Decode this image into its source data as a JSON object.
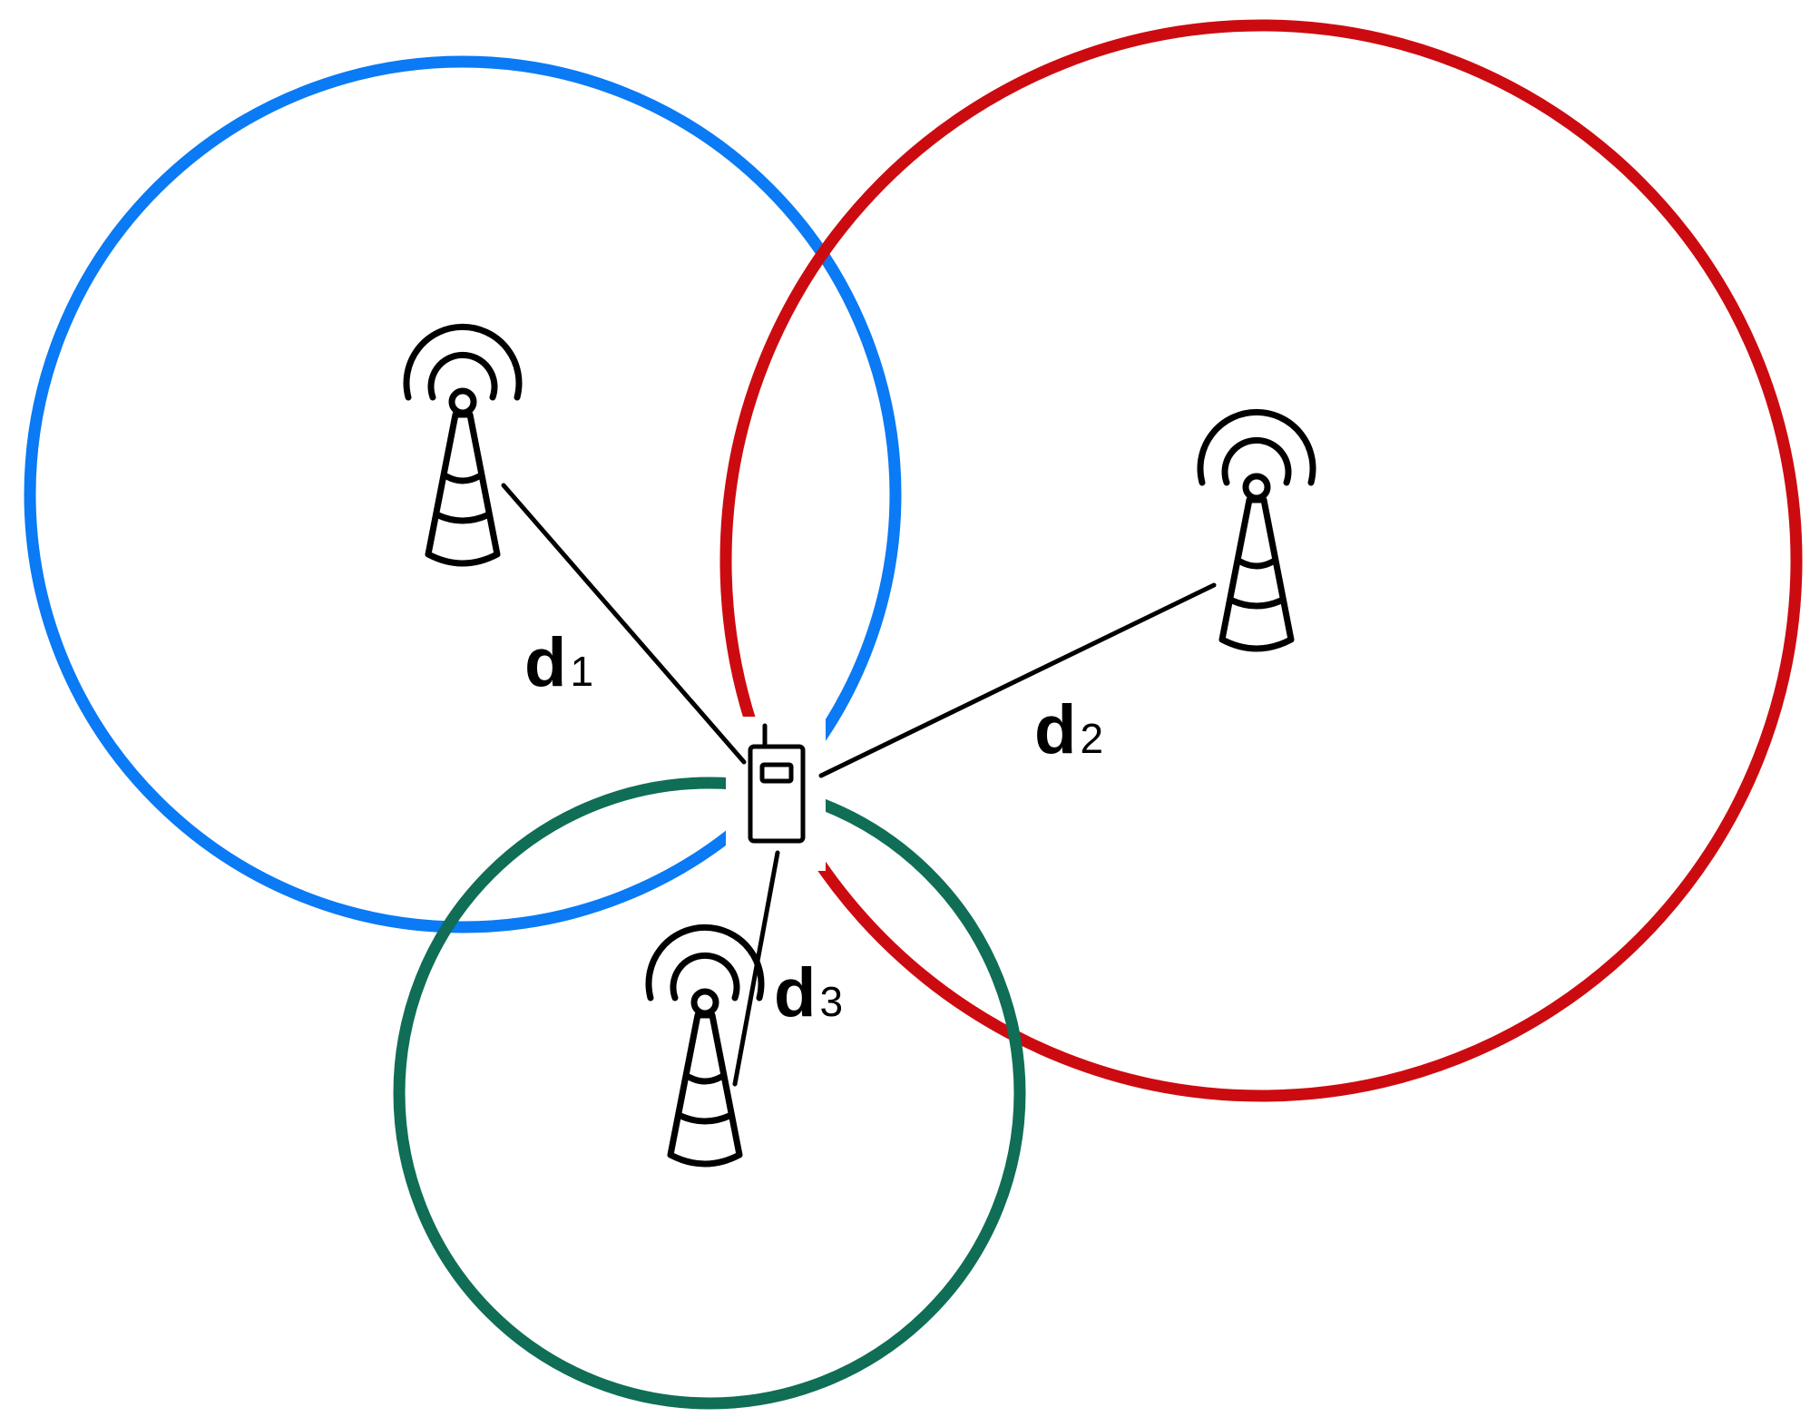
{
  "colors": {
    "circle_1": "#0a7af5",
    "circle_2": "#cc0b10",
    "circle_3": "#0f6e55",
    "lines": "#000000",
    "background": "#ffffff"
  },
  "icons": {
    "tower": "radio-tower-icon",
    "device": "mobile-device-icon"
  },
  "labels": {
    "d1": {
      "main": "d",
      "sub": "1"
    },
    "d2": {
      "main": "d",
      "sub": "2"
    },
    "d3": {
      "main": "d",
      "sub": "3"
    }
  }
}
